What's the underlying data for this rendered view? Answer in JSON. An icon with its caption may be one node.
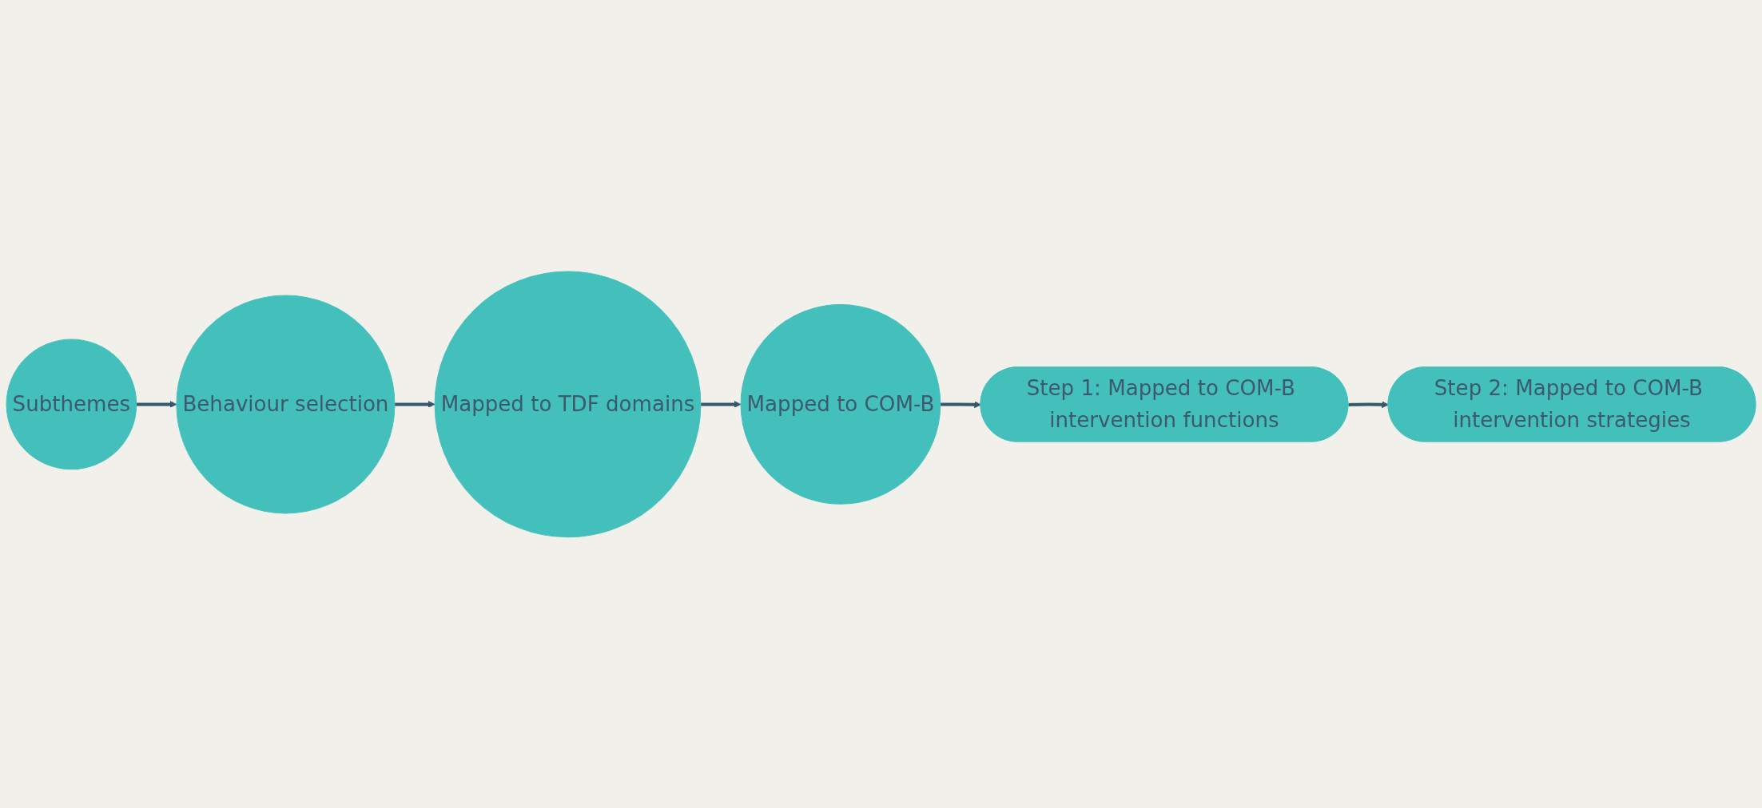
{
  "diagram": {
    "nodes": [
      {
        "text": [
          "Subthemes"
        ]
      },
      {
        "text": [
          "Behaviour selection"
        ]
      },
      {
        "text": [
          "Mapped to TDF domains"
        ]
      },
      {
        "text": [
          "Mapped to COM-B"
        ]
      },
      {
        "text": [
          "Step 1: Mapped to COM-B intervention functions"
        ]
      },
      {
        "text": [
          "Step 2: Mapped to COM-B intervention strategies"
        ]
      }
    ],
    "edges": [
      {
        "from": 0,
        "to": 1,
        "arrow": "to"
      },
      {
        "from": 1,
        "to": 2,
        "arrow": "to"
      },
      {
        "from": 2,
        "to": 3,
        "arrow": "to"
      },
      {
        "from": 3,
        "to": 4,
        "arrow": "to"
      },
      {
        "from": 4,
        "to": 5,
        "arrow": "to"
      }
    ]
  }
}
